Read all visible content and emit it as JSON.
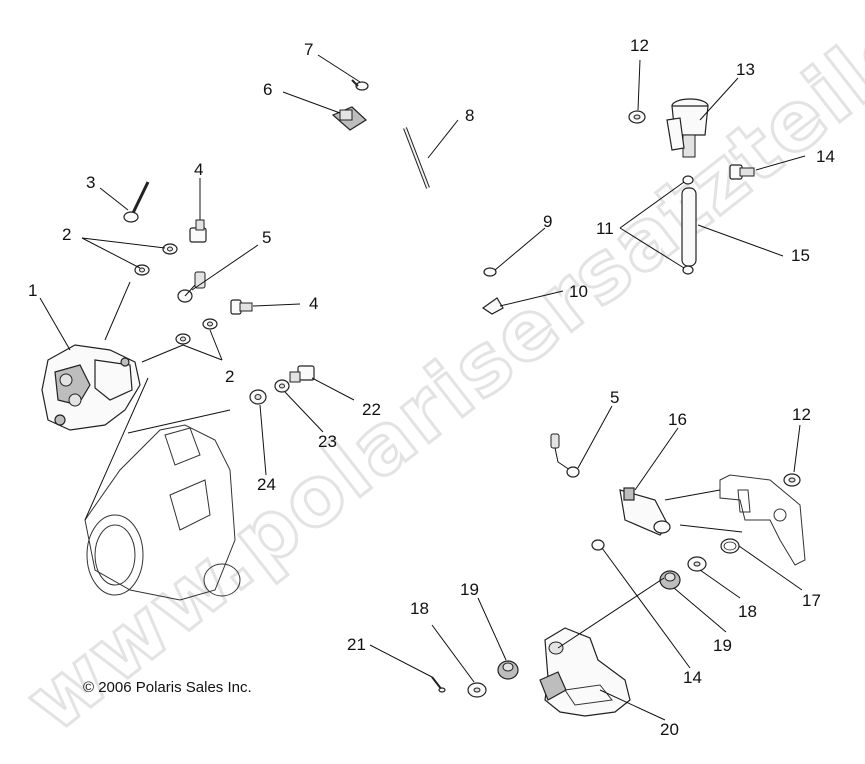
{
  "callouts": {
    "c1": "1",
    "c2a": "2",
    "c2b": "2",
    "c3": "3",
    "c4a": "4",
    "c4b": "4",
    "c5a": "5",
    "c5b": "5",
    "c6": "6",
    "c7": "7",
    "c8": "8",
    "c9": "9",
    "c10": "10",
    "c11": "11",
    "c12a": "12",
    "c12b": "12",
    "c13": "13",
    "c14a": "14",
    "c14b": "14",
    "c15": "15",
    "c16": "16",
    "c17": "17",
    "c18a": "18",
    "c18b": "18",
    "c19a": "19",
    "c19b": "19",
    "c20": "20",
    "c21": "21",
    "c22": "22",
    "c23": "23",
    "c24": "24"
  },
  "copyright": "© 2006 Polaris Sales Inc.",
  "watermark": "www.polarisersatzteile.de"
}
